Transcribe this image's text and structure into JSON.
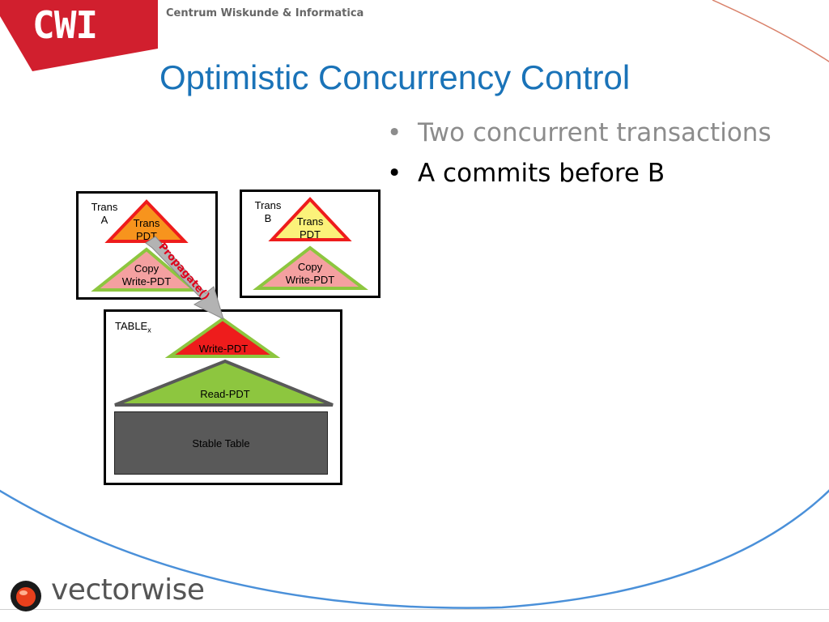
{
  "header": {
    "logo": "CWI",
    "org_name": "Centrum Wiskunde & Informatica",
    "title": "Optimistic Concurrency Control"
  },
  "bullets": [
    {
      "marker": "•",
      "text": "Two concurrent transactions"
    },
    {
      "marker": "•",
      "text": "A commits before B"
    }
  ],
  "diagram": {
    "trans_a": {
      "label_line1": "Trans",
      "label_line2": "A",
      "trans_pdt_line1": "Trans",
      "trans_pdt_line2": "PDT",
      "copy_line1": "Copy",
      "copy_line2": "Write-PDT"
    },
    "trans_b": {
      "label_line1": "Trans",
      "label_line2": "B",
      "trans_pdt_line1": "Trans",
      "trans_pdt_line2": "PDT",
      "copy_line1": "Copy",
      "copy_line2": "Write-PDT"
    },
    "table": {
      "label": "TABLE",
      "label_sub": "x",
      "write_pdt": "Write-PDT",
      "read_pdt": "Read-PDT",
      "stable": "Stable Table"
    },
    "arrow_label": "Propagate()"
  },
  "footer": {
    "brand": "vectorwise"
  },
  "colors": {
    "title_blue": "#1a73b8",
    "cwi_red": "#d11f2e",
    "orange": "#f7941d",
    "yellow": "#fbf27a",
    "pink": "#f4a0a0",
    "green": "#8dc63f",
    "red_fill": "#ee1c1c",
    "dark_gray": "#595959",
    "arc_blue": "#4a90d9"
  }
}
